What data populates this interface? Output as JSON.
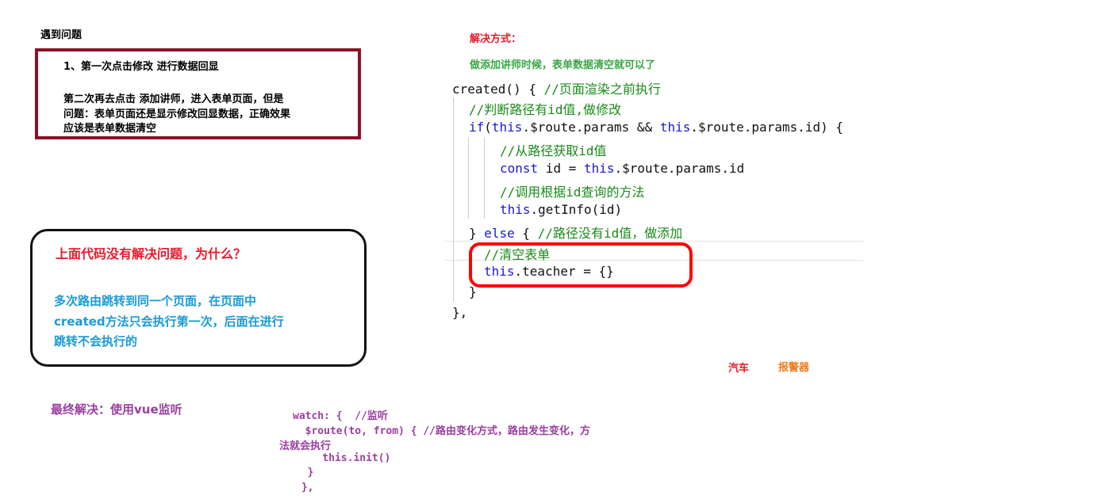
{
  "problem": {
    "heading": "遇到问题",
    "line1": "1、第一次点击修改 进行数据回显",
    "line2": "第二次再去点击 添加讲师，进入表单页面，但是",
    "line3": "问题：表单页面还是显示修改回显数据，正确效果",
    "line4": "应该是表单数据清空"
  },
  "question": {
    "title": "上面代码没有解决问题，为什么？",
    "line1": "多次路由跳转到同一个页面，在页面中",
    "line2": "created方法只会执行第一次，后面在进行",
    "line3": "跳转不会执行的"
  },
  "solution": {
    "heading": "解决方式：",
    "desc": "做添加讲师时候，表单数据清空就可以了"
  },
  "code": {
    "l1a": "created() { ",
    "l1c": "//页面渲染之前执行",
    "l2c": "//判断路径有id值,做修改",
    "l3a": "if",
    "l3b": "(",
    "l3c": "this",
    "l3d": ".$route.params && ",
    "l3e": "this",
    "l3f": ".$route.params.id) {",
    "l4c": "//从路径获取id值",
    "l5a": "const",
    "l5b": " id = ",
    "l5c": "this",
    "l5d": ".$route.params.id",
    "l6c": "//调用根据id查询的方法",
    "l7a": "this",
    "l7b": ".getInfo(id)",
    "l8a": "} ",
    "l8b": "else",
    "l8c": " { ",
    "l8d": "//路径没有id值，做添加",
    "l9c": "//清空表单",
    "l10a": "this",
    "l10b": ".teacher = {}",
    "l11": "}",
    "l12": "},"
  },
  "labels": {
    "car": "汽车",
    "alarm": "报警器"
  },
  "final": {
    "heading": "最终解决：使用vue监听",
    "w1": "watch: {  //监听",
    "w2": "  $route(to, from) { //路由变化方式，路由发生变化，方",
    "w3": "法就会执行",
    "w4": "    this.init()",
    "w5": "  }",
    "w6": " },"
  },
  "colors": {
    "box_border": "#8b1226",
    "red": "#e8192c",
    "green": "#3aa846",
    "blue_text": "#1a9ad6",
    "purple": "#9b3ea0",
    "orange": "#f07c1a"
  }
}
